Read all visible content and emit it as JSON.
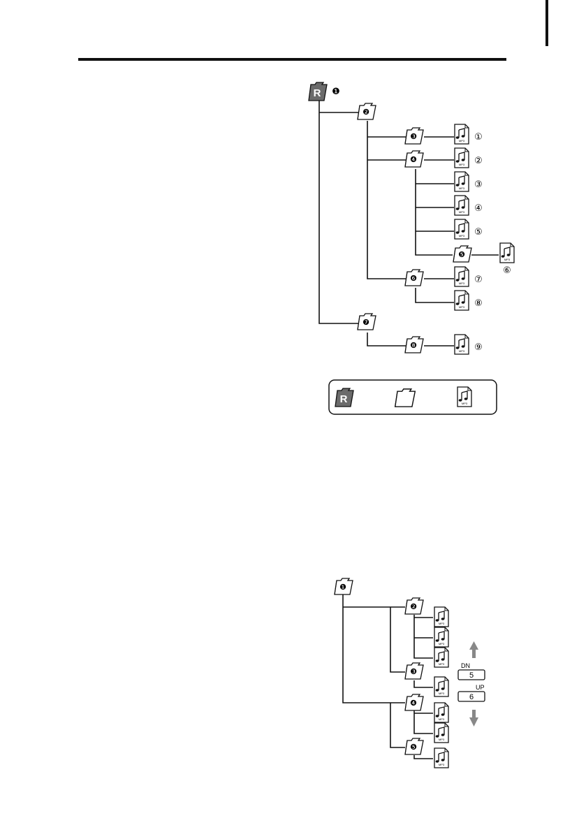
{
  "diagram1": {
    "root_label": "R",
    "folders": [
      "❶",
      "❷",
      "❸",
      "❹",
      "❺",
      "❻",
      "❼",
      "❽"
    ],
    "files": [
      "①",
      "②",
      "③",
      "④",
      "⑤",
      "⑥",
      "⑦",
      "⑧",
      "⑨"
    ],
    "file_tag": "MP3"
  },
  "legend": {
    "root_label": "R",
    "file_tag": "MP3"
  },
  "diagram2": {
    "folders": [
      "❶",
      "❷",
      "❸",
      "❹",
      "❺"
    ],
    "file_tag": "MP3",
    "dn_label": "DN",
    "dn_key": "5",
    "up_label": "UP",
    "up_key": "6"
  },
  "colors": {
    "ink": "#111111",
    "root_fill": "#6b6b6b",
    "arrow": "#888888"
  }
}
